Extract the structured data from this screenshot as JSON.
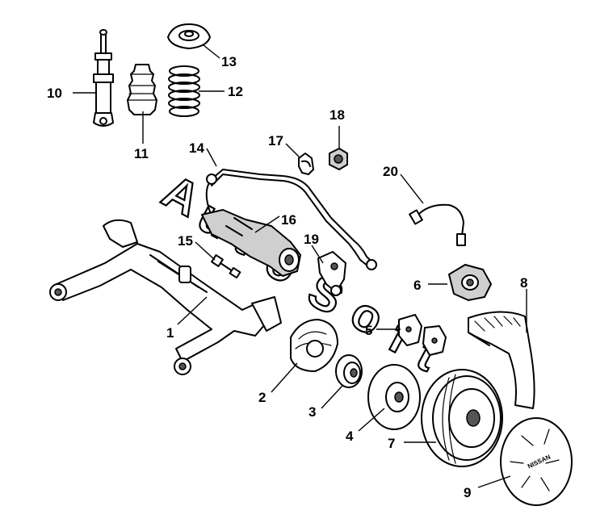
{
  "watermark": {
    "letters": [
      "A",
      "u",
      "t",
      "o",
      "S",
      "o",
      "f",
      "t"
    ]
  },
  "brand_text": "NISSAN",
  "callouts": {
    "c1": "1",
    "c2": "2",
    "c3": "3",
    "c4": "4",
    "c5": "5",
    "c6": "6",
    "c7": "7",
    "c8": "8",
    "c9": "9",
    "c10": "10",
    "c11": "11",
    "c12": "12",
    "c13": "13",
    "c14": "14",
    "c15": "15",
    "c16": "16",
    "c17": "17",
    "c18": "18",
    "c19": "19",
    "c20": "20"
  },
  "colors": {
    "line": "#000000",
    "background": "#ffffff",
    "shade": "#cfcfcf"
  }
}
